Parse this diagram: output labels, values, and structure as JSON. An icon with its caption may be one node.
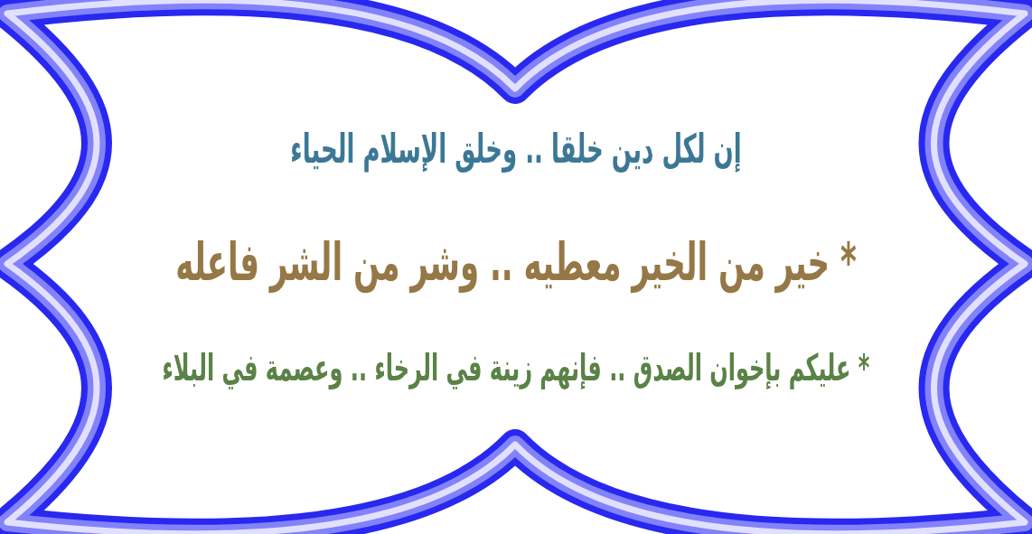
{
  "diagram": {
    "nodes": [
      {
        "text": [
          "إن لكل دين خلقا .. وخلق الإسلام الحياء",
          "* خير من الخير معطيه .. وشر من الشر فاعله",
          "* عليكم بإخوان الصدق .. فإنهم زينة في الرخاء .. وعصمة في البلاء"
        ]
      }
    ]
  }
}
